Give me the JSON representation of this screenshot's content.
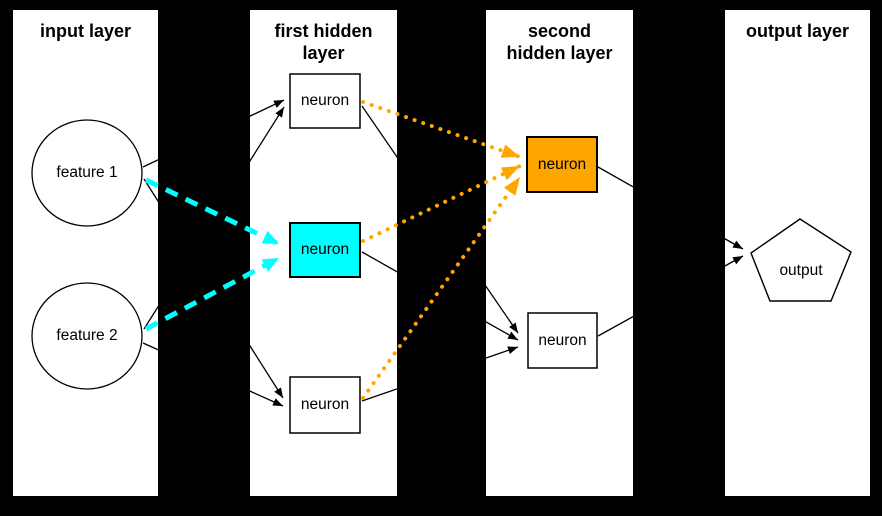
{
  "diagram": {
    "kind": "neural-network-architecture",
    "colors": {
      "background": "#000000",
      "panel": "#ffffff",
      "node_fill": "#ffffff",
      "line": "#000000",
      "highlight_cyan": "#00ffff",
      "highlight_orange": "#ffa500"
    },
    "layers": [
      {
        "title": "input layer",
        "nodes": [
          {
            "label": "feature 1",
            "shape": "ellipse",
            "fill": "white"
          },
          {
            "label": "feature 2",
            "shape": "ellipse",
            "fill": "white"
          }
        ]
      },
      {
        "title": "first hidden\nlayer",
        "nodes": [
          {
            "label": "neuron",
            "shape": "box",
            "fill": "white"
          },
          {
            "label": "neuron",
            "shape": "box",
            "fill": "cyan"
          },
          {
            "label": "neuron",
            "shape": "box",
            "fill": "white"
          }
        ]
      },
      {
        "title": "second\nhidden layer",
        "nodes": [
          {
            "label": "neuron",
            "shape": "box",
            "fill": "orange"
          },
          {
            "label": "neuron",
            "shape": "box",
            "fill": "white"
          }
        ]
      },
      {
        "title": "output layer",
        "nodes": [
          {
            "label": "output",
            "shape": "pentagon",
            "fill": "white"
          }
        ]
      }
    ],
    "edges": [
      {
        "from": "feature 1",
        "to": "hidden1.neuron1",
        "style": "solid-black"
      },
      {
        "from": "feature 2",
        "to": "hidden1.neuron1",
        "style": "solid-black"
      },
      {
        "from": "feature 1",
        "to": "hidden1.neuron2",
        "style": "dashed-cyan"
      },
      {
        "from": "feature 2",
        "to": "hidden1.neuron2",
        "style": "dashed-cyan"
      },
      {
        "from": "feature 1",
        "to": "hidden1.neuron3",
        "style": "solid-black"
      },
      {
        "from": "feature 2",
        "to": "hidden1.neuron3",
        "style": "solid-black"
      },
      {
        "from": "hidden1.neuron1",
        "to": "hidden2.neuron1",
        "style": "dotted-orange"
      },
      {
        "from": "hidden1.neuron2",
        "to": "hidden2.neuron1",
        "style": "dotted-orange"
      },
      {
        "from": "hidden1.neuron3",
        "to": "hidden2.neuron1",
        "style": "dotted-orange"
      },
      {
        "from": "hidden1.neuron1",
        "to": "hidden2.neuron2",
        "style": "solid-black"
      },
      {
        "from": "hidden1.neuron2",
        "to": "hidden2.neuron2",
        "style": "solid-black"
      },
      {
        "from": "hidden1.neuron3",
        "to": "hidden2.neuron2",
        "style": "solid-black"
      },
      {
        "from": "hidden2.neuron1",
        "to": "output",
        "style": "solid-black"
      },
      {
        "from": "hidden2.neuron2",
        "to": "output",
        "style": "solid-black"
      }
    ]
  }
}
